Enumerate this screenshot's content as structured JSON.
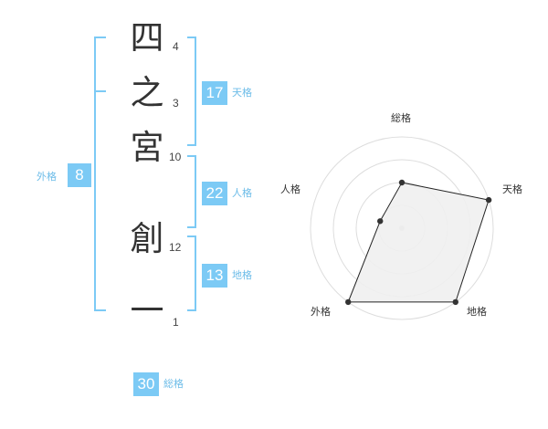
{
  "name": {
    "chars": [
      {
        "char": "四",
        "strokes": "4"
      },
      {
        "char": "之",
        "strokes": "3"
      },
      {
        "char": "宮",
        "strokes": "10"
      },
      {
        "char": "創",
        "strokes": "12"
      },
      {
        "char": "一",
        "strokes": "1"
      }
    ]
  },
  "fortunes": {
    "tenkaku": {
      "value": "17",
      "label": "天格"
    },
    "jinkaku": {
      "value": "22",
      "label": "人格"
    },
    "chikaku": {
      "value": "13",
      "label": "地格"
    },
    "gaikaku": {
      "value": "8",
      "label": "外格"
    },
    "soukaku": {
      "value": "30",
      "label": "総格"
    }
  },
  "radar": {
    "labels": {
      "top": "総格",
      "right": "天格",
      "bottom_right": "地格",
      "bottom_left": "外格",
      "left": "人格"
    },
    "levels": 4,
    "scores": {
      "soukaku": 2,
      "tenkaku": 4,
      "chikaku": 4,
      "gaikaku": 4,
      "jinkaku": 1
    }
  },
  "colors": {
    "accent": "#7ccaf5",
    "bracket": "#7ccaf5",
    "label_text": "#6cbce8",
    "kanji_text": "#333333",
    "radar_fill": "#efefef",
    "radar_line": "#222222",
    "ring": "#dddddd"
  }
}
